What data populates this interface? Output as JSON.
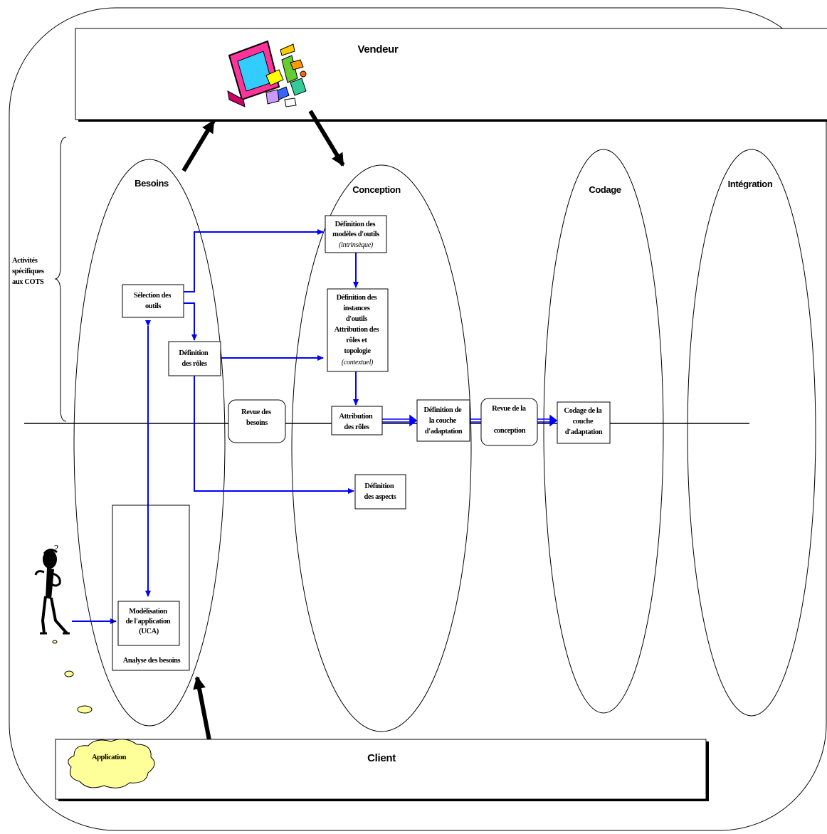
{
  "actors": {
    "vendeur": "Vendeur",
    "client": "Client"
  },
  "phases": {
    "besoins": "Besoins",
    "conception": "Conception",
    "codage": "Codage",
    "integration": "Intégration"
  },
  "side_label": [
    "Activités",
    "spécifiques",
    "aux COTS"
  ],
  "boxes": {
    "selection_outils": [
      "Sélection des",
      "outils"
    ],
    "definition_roles": [
      "Définition",
      "des rôles"
    ],
    "modeles_outils": [
      "Définition des",
      "modèles d'outils"
    ],
    "modeles_outils_note": "(intrinsèque)",
    "instances_outils": [
      "Définition des",
      "instances",
      "d'outils",
      "Attribution des",
      "rôles et",
      "topologie"
    ],
    "instances_outils_note": "(contextuel)",
    "attribution_roles": [
      "Attribution",
      "des rôles"
    ],
    "couche_adaptation": [
      "Définition de",
      "la couche",
      "d'adaptation"
    ],
    "codage_couche": [
      "Codage de la",
      "couche",
      "d'adaptation"
    ],
    "aspects": [
      "Définition",
      "des aspects"
    ],
    "modelisation": [
      "Modélisation",
      "de l'application",
      "(UCA)"
    ],
    "analyse_besoins": "Analyse des besoins"
  },
  "reviews": {
    "revue_besoins": [
      "Revue des",
      "besoins"
    ],
    "revue_conception": [
      "Revue de la",
      "conception"
    ]
  },
  "cloud_label": "Application",
  "colors": {
    "flow_arrow": "#0000ff",
    "actor_arrow": "#000000",
    "cloud_fill": "#ffff99"
  }
}
